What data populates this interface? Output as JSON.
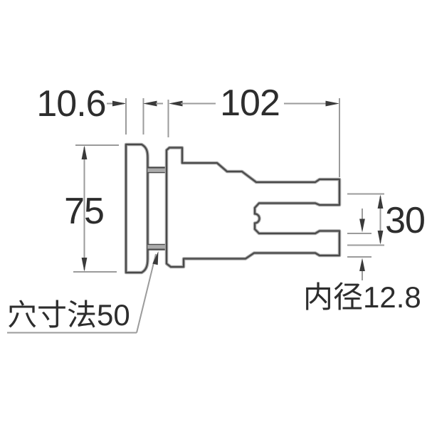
{
  "drawing": {
    "title": "faucet-adapter-dimension-drawing",
    "dimensions": {
      "flange_thickness": "10.6",
      "body_length": "102",
      "flange_height": "75",
      "outlet_pitch": "30"
    },
    "labels": {
      "hole_size": "穴寸法50",
      "inner_diameter": "内径12.8"
    },
    "colors": {
      "outline": "#4a4a4a",
      "shade": "#ababab",
      "dim_line": "#9b9b9b",
      "arrow": "#3a3a3a",
      "text": "#2d2d2d",
      "background": "#ffffff"
    }
  }
}
